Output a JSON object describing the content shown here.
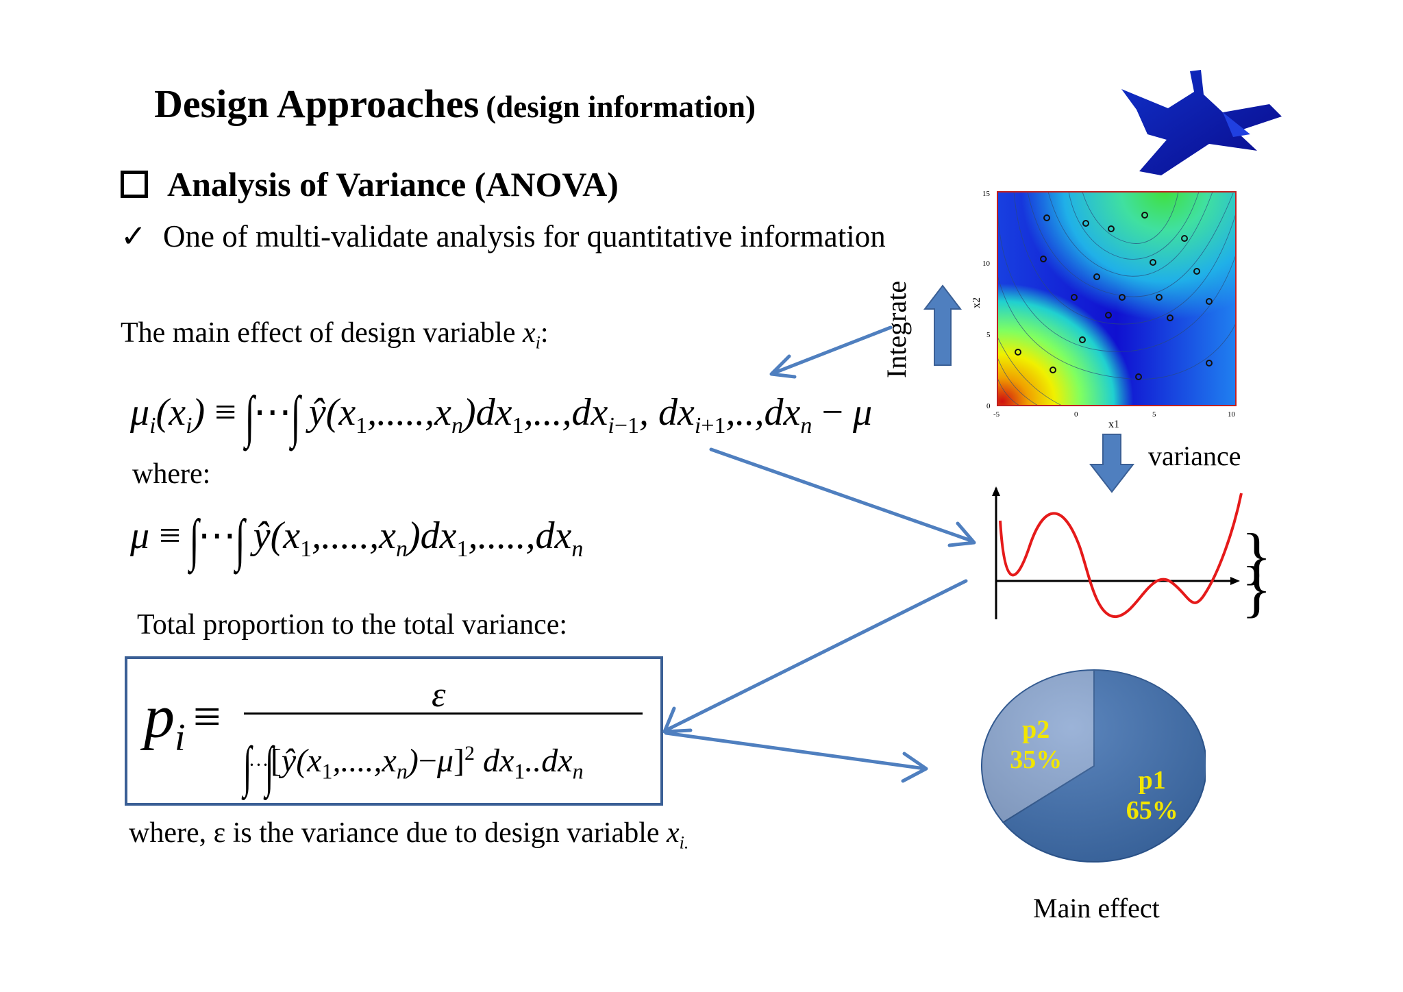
{
  "header": {
    "title": "Design Approaches",
    "subtitle": "(design information)"
  },
  "section": {
    "heading": "Analysis of Variance (ANOVA)",
    "check_item": "One of multi-validate analysis for quantitative information",
    "check_symbol": "✓"
  },
  "body": {
    "main_effect_label": "The main effect of design variable",
    "main_effect_var": "x",
    "main_effect_var_sub": "i",
    "where_label": "where:",
    "total_proportion_label": "Total proportion to the total variance:",
    "where_eps_label": "where, ε is the variance due to design variable",
    "where_eps_var": "x",
    "where_eps_sub": "i."
  },
  "equations": {
    "eq1": "μi(xi) ≡ ∫⋯∫ ŷ(x1,.....,xn)dx1,...,dxi−1, dxi+1,..,dxn − μ",
    "eq2": "μ ≡ ∫⋯∫ ŷ(x1,.....,xn)dx1,.....,dxn",
    "eq3_numerator": "ε",
    "eq3_lhs": "pi ≡"
  },
  "figure": {
    "integrate_label": "Integrate",
    "variance_label": "variance",
    "contour_xlabel": "x1",
    "contour_ylabel": "x2",
    "contour_xticks": [
      "-5",
      "0",
      "5",
      "10"
    ],
    "contour_yticks": [
      "0",
      "5",
      "10",
      "15"
    ],
    "pie_caption": "Main effect",
    "colors": {
      "arrow": "#4f7fbf",
      "curve": "#e51a1a",
      "airplane": "#1a1ab3",
      "pie_p1": "#3e6fb0",
      "pie_p2": "#8aa6d1",
      "pie_label": "#f2e600",
      "box_border": "#3a5f95"
    }
  },
  "chart_data": {
    "type": "pie",
    "title": "Main effect",
    "slices": [
      {
        "label": "p1",
        "value": 65,
        "display": "65%"
      },
      {
        "label": "p2",
        "value": 35,
        "display": "35%"
      }
    ]
  }
}
